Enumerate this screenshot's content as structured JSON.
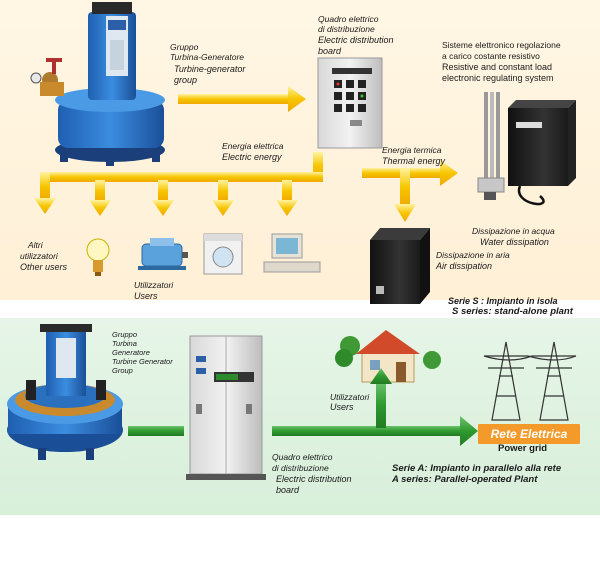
{
  "top": {
    "turbine_group_it": "Gruppo",
    "turbine_group_it2": "Turbina-Generatore",
    "turbine_group_en": "Turbine-generator",
    "turbine_group_en2": "group",
    "board_it": "Quadro elettrico",
    "board_it2": "di distribuzione",
    "board_en": "Electric distribution",
    "board_en2": "board",
    "regulation_it": "Sisteme elettronico regolazione",
    "regulation_it2": "a carico costante resistivo",
    "regulation_en": "Resistive and constant load",
    "regulation_en2": "electronic regulating system",
    "electric_energy_it": "Energia elettrica",
    "electric_energy_en": "Electric energy",
    "thermal_energy_it": "Energia termica",
    "thermal_energy_en": "Thermal energy",
    "other_users_it": "Altri",
    "other_users_it2": "utilizzatori",
    "other_users_en": "Other users",
    "users_it": "Utilizzatori",
    "users_en": "Users",
    "water_it": "Dissipazione in acqua",
    "water_en": "Water dissipation",
    "air_it": "Dissipazione in aria",
    "air_en": "Air dissipation",
    "series_s_it": "Serie S : Impianto in  isola",
    "series_s_en": "S series: stand-alone plant"
  },
  "bottom": {
    "turbine_group_l1": "Gruppo",
    "turbine_group_l2": "Turbina",
    "turbine_group_l3": "Generatore",
    "turbine_group_l4": "Turbine Generator",
    "turbine_group_l5": "Group",
    "users_it": "Utilizzatori",
    "users_en": "Users",
    "grid_label": "Rete Elettrica",
    "power_grid": "Power grid",
    "board_it": "Quadro elettrico",
    "board_it2": "di distribuzione",
    "board_en": "Electric  distribution",
    "board_en2": "board",
    "series_a_it": "Serie A: Impianto in parallelo alla rete",
    "series_a_en": "A series: Parallel-operated Plant"
  },
  "colors": {
    "arrow_yellow": "#f7c600",
    "arrow_green": "#2f9a2f",
    "grid_orange": "#f39a2a"
  }
}
